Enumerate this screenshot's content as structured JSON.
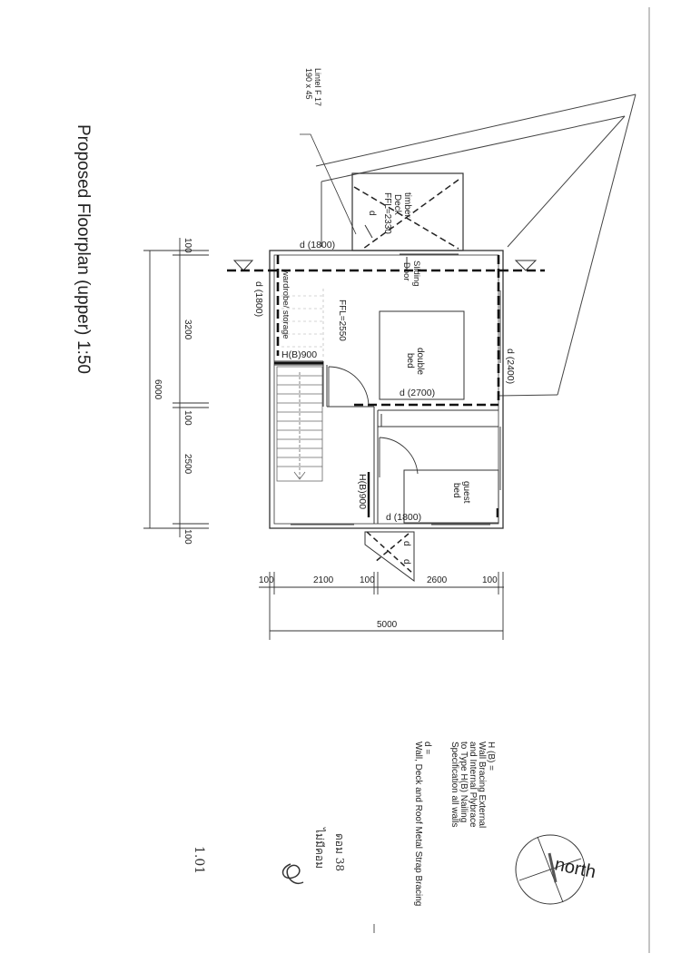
{
  "title": "Proposed Floorplan (upper)",
  "scale": "1:50",
  "lintel": {
    "line1": "Lintel F 17",
    "line2": "190 x 45"
  },
  "deck": {
    "line1": "timber",
    "line2": "Deck",
    "line3": "FFL=2330",
    "d": "d"
  },
  "rooms": {
    "sliding_door_1": "Sliding",
    "sliding_door_2": "Door",
    "wardrobe": "wardrobe/ storage",
    "ffl": "FFL=2550",
    "double_bed_1": "double",
    "double_bed_2": "bed",
    "guest_bed_1": "guest",
    "guest_bed_2": "bed"
  },
  "annotations": {
    "d1800_top": "d (1800)",
    "d1800_left": "d (1800)",
    "d2400": "d (2400)",
    "d2700": "d (2700)",
    "d1800_bottom": "d (1800)",
    "hb900_top": "H(B)900",
    "hb900_mid": "H(B)900",
    "d_small_1": "d",
    "d_small_2": "d"
  },
  "dims_vertical": {
    "d100_a": "100",
    "d3200": "3200",
    "d100_b": "100",
    "d2500": "2500",
    "d100_c": "100",
    "total": "6000"
  },
  "dims_horizontal": {
    "d100_a": "100",
    "d2100": "2100",
    "d100_b": "100",
    "d2600": "2600",
    "d100_c": "100",
    "total": "5000"
  },
  "legend": {
    "hb": "H (B) =",
    "hb_1": "Wall Bracing External",
    "hb_2": "and Internal Plybrace",
    "hb_3": "to Type H(B) Nailing",
    "hb_4": "Specification all walls",
    "d": "d =",
    "d_1": "Wall, Deck and Roof Metal Strap Bracing"
  },
  "north": "north",
  "handwriting": {
    "a": "ดอม 38",
    "b": "ไม่มีคอม",
    "c": "1.01"
  }
}
